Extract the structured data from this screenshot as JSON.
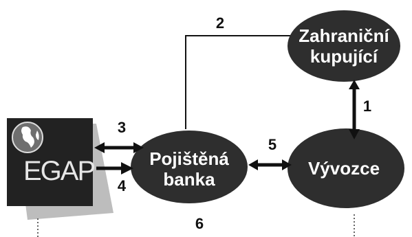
{
  "colors": {
    "node_fill": "#2e2e2e",
    "node_text": "#ffffff",
    "line": "#111111",
    "logo_bg": "#222222",
    "logo_shadow": "#bdbdbd"
  },
  "logo": {
    "text": "EGAP",
    "icon": "globe-icon"
  },
  "nodes": {
    "buyer": [
      "Zahraniční",
      "kupující"
    ],
    "bank": [
      "Pojištěná",
      "banka"
    ],
    "exporter": [
      "Vývozce"
    ]
  },
  "steps": [
    "1",
    "2",
    "3",
    "4",
    "5",
    "6"
  ]
}
